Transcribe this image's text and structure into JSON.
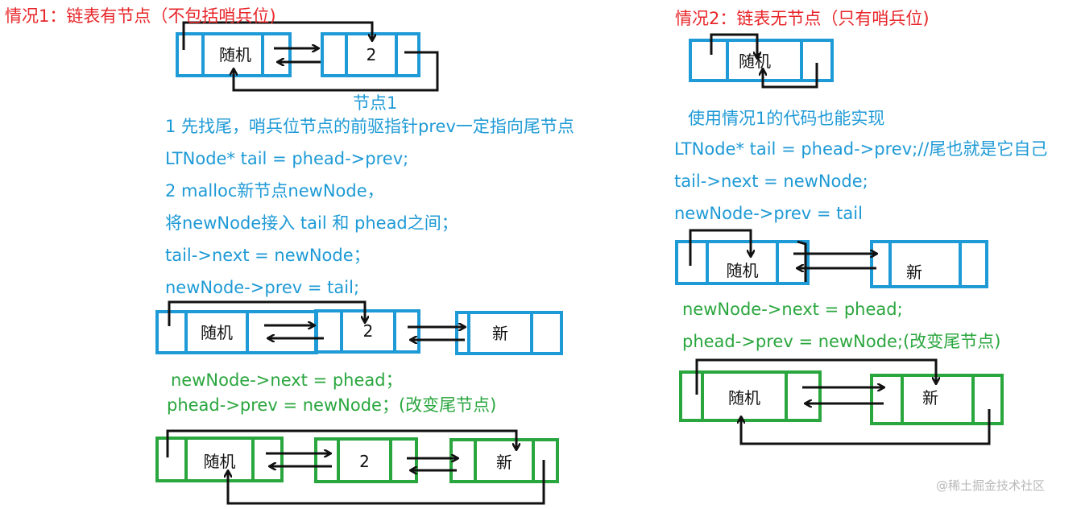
{
  "colors": {
    "red": "#e8262a",
    "blue": "#1e9ad6",
    "green": "#2aa63e",
    "black": "#111111"
  },
  "left": {
    "heading": "情况1：链表有节点（不包括哨兵位)",
    "node1_caption": "节点1",
    "steps": [
      "1 先找尾，哨兵位节点的前驱指针prev一定指向尾节点",
      "LTNode* tail = phead->prev;",
      "2 malloc新节点newNode，",
      "将newNode接入 tail 和 phead之间；",
      "tail->next = newNode；",
      "newNode->prev = tail;"
    ],
    "green_steps": [
      "newNode->next = phead；",
      "phead->prev = newNode；(改变尾节点)"
    ]
  },
  "right": {
    "heading": "情况2：链表无节点（只有哨兵位)",
    "steps": [
      "使用情况1的代码也能实现",
      "LTNode* tail = phead->prev;//尾也就是它自己",
      "tail->next = newNode;",
      "newNode->prev = tail"
    ],
    "green_steps": [
      "newNode->next = phead;",
      "phead->prev = newNode;(改变尾节点)"
    ]
  },
  "node_labels": {
    "sentinel": "随机",
    "node2": "2",
    "new": "新"
  },
  "watermark": "@稀土掘金技术社区"
}
